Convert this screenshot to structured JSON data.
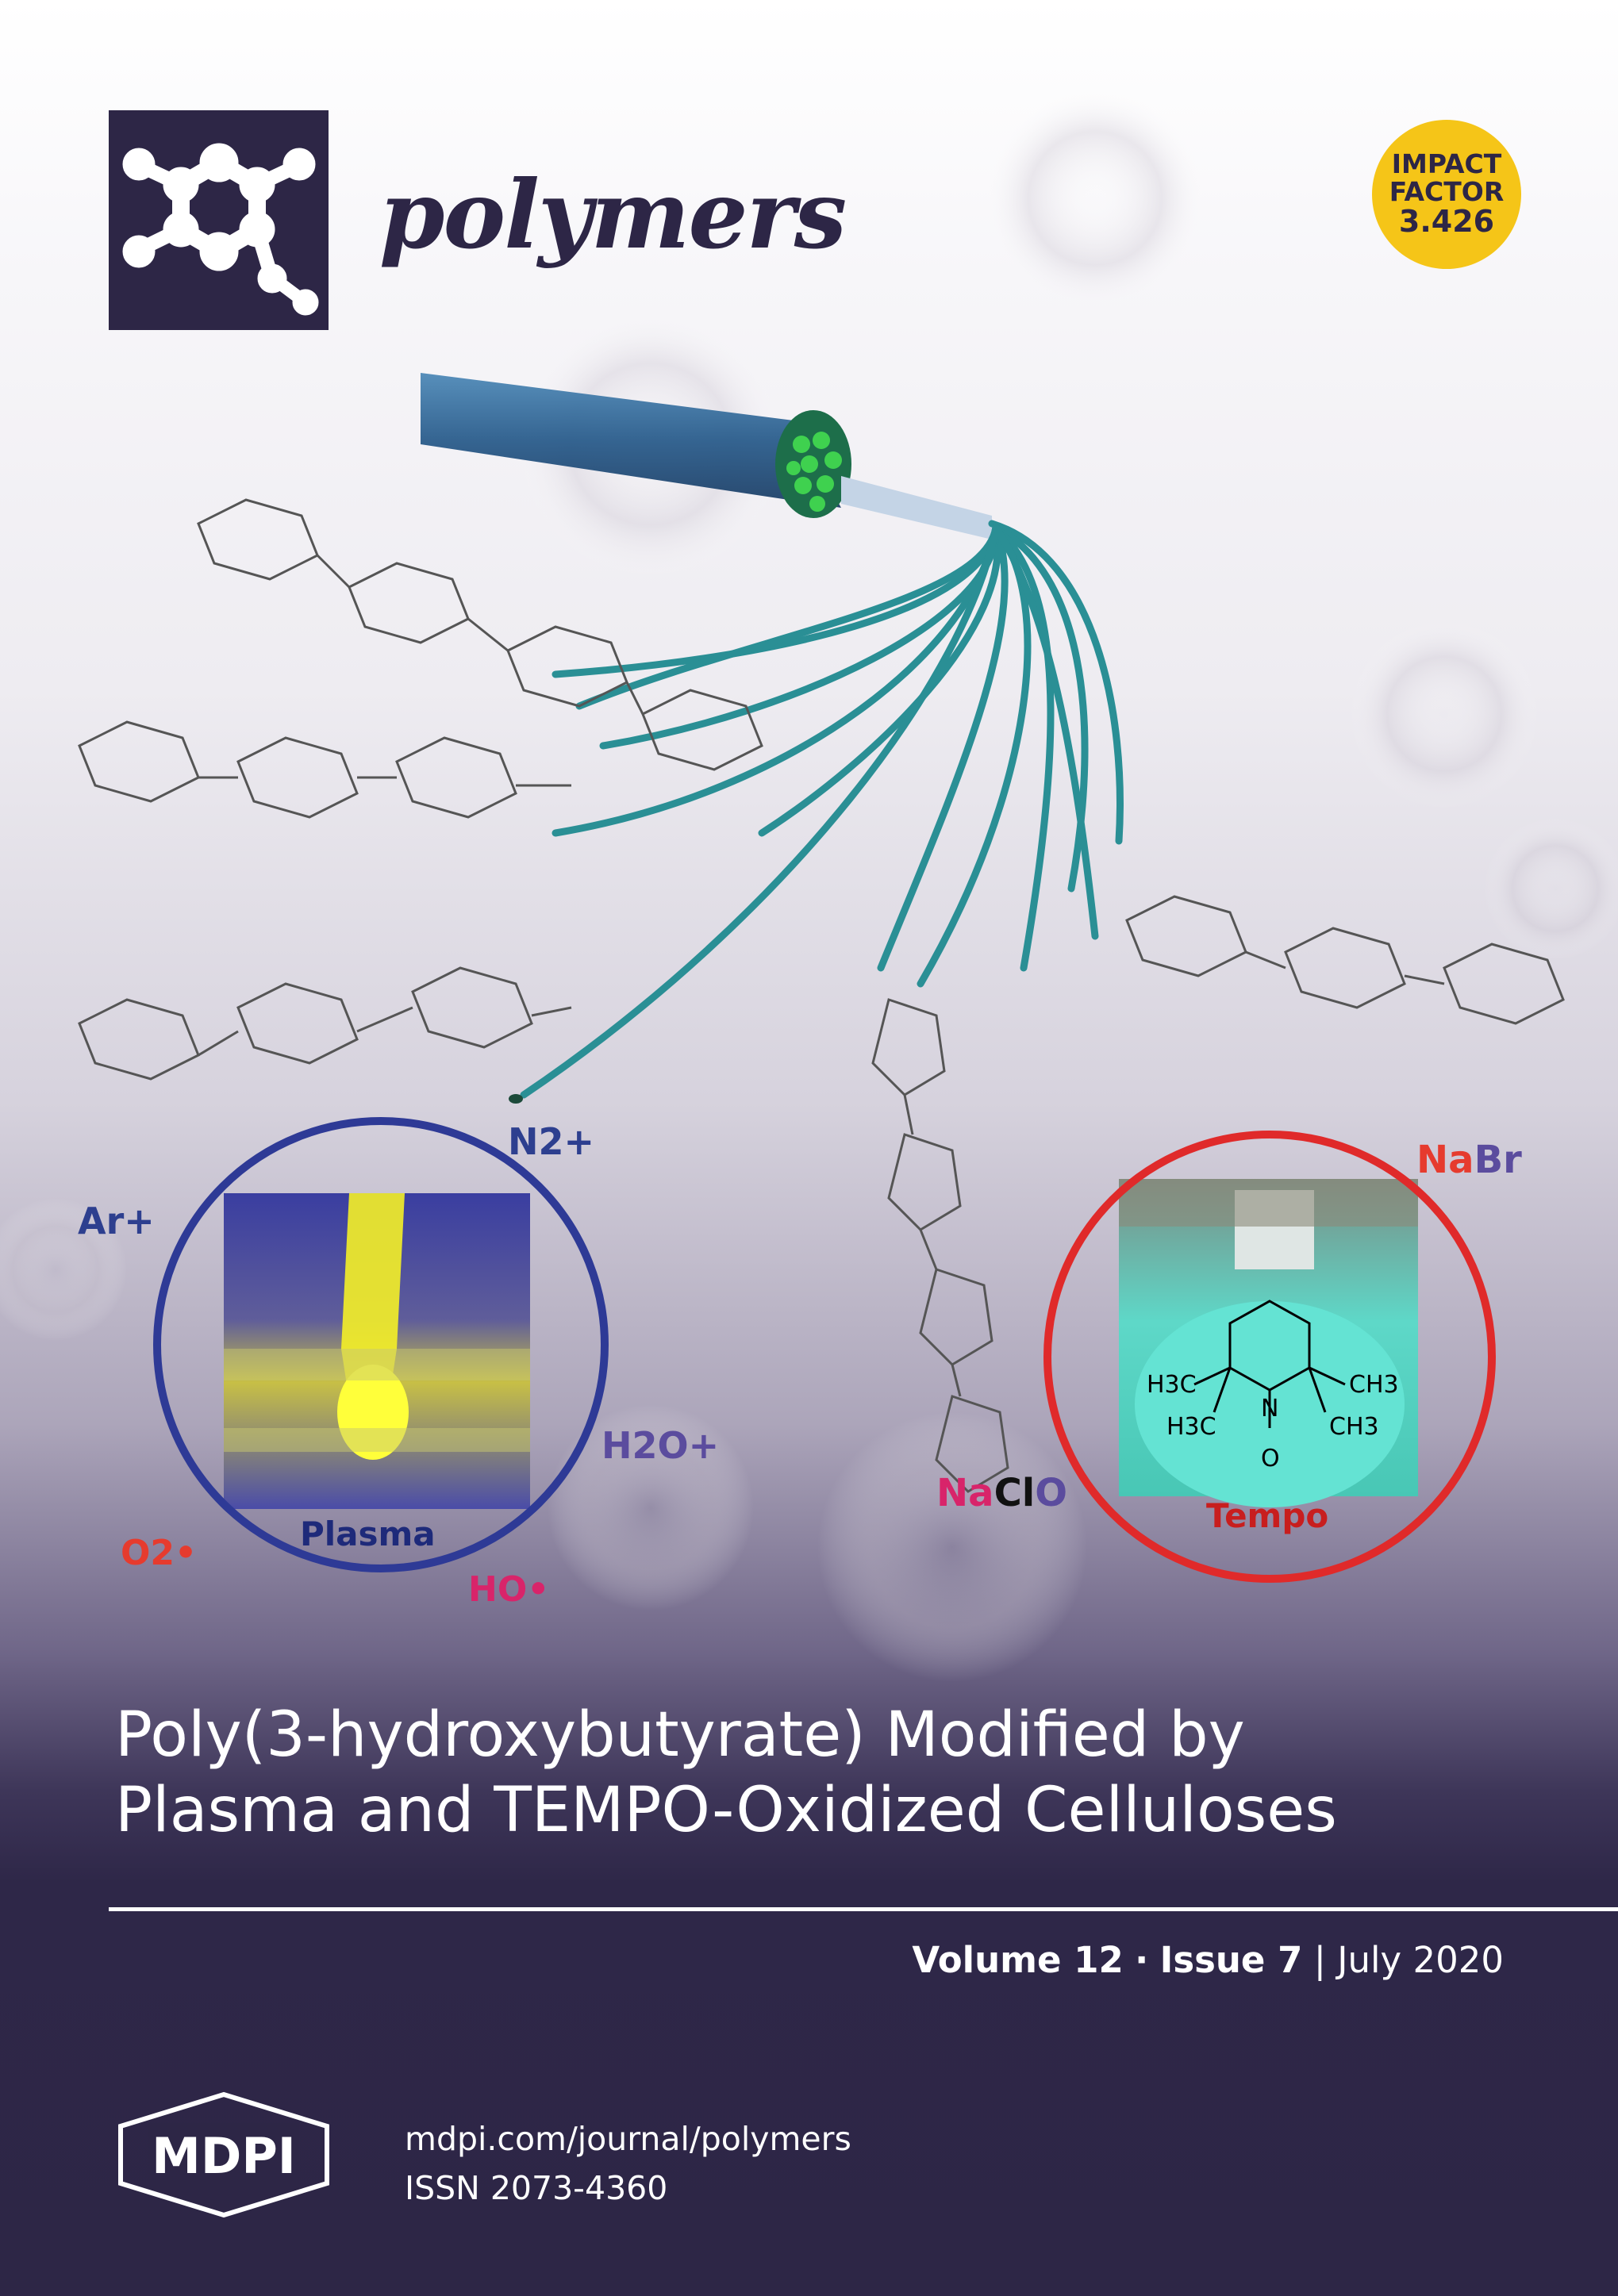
{
  "journal": {
    "name": "polymers",
    "logo_icon": "polymer-molecule-icon"
  },
  "impact_factor": {
    "line1": "IMPACT",
    "line2": "FACTOR",
    "value": "3.426",
    "color": "#f5c518"
  },
  "artwork": {
    "plasma_caption": "Plasma",
    "tempo_caption": "Tempo",
    "tempo_structure": {
      "left_top": "H3C",
      "left_bottom": "H3C",
      "right_top": "CH3",
      "right_bottom": "CH3",
      "nitrogen": "N",
      "oxygen": "O"
    },
    "species": {
      "n2_plus": "N2+",
      "ar_plus": "Ar+",
      "h2o_plus": "H2O+",
      "o2_radical": "O2•",
      "ho_radical": "HO•"
    },
    "reagents": {
      "nabr_na": "Na",
      "nabr_br": "Br",
      "naclo_na": "Na",
      "naclo_cl": "Cl",
      "naclo_o": "O"
    },
    "colors": {
      "plasma_ring": "#2e3a96",
      "tempo_ring": "#e02a2a",
      "fiber": "#1f7f84",
      "species_blue": "#2d3f8f",
      "species_red": "#e63b2e",
      "species_pink": "#d8246a",
      "species_purple": "#5b4c9e"
    }
  },
  "article": {
    "title_line1": "Poly(3-hydroxybutyrate) Modified by",
    "title_line2": "Plasma and TEMPO-Oxidized Celluloses"
  },
  "issue": {
    "volume": "Volume 12",
    "separator": "·",
    "issue": "Issue 7",
    "pipe": "|",
    "date": "July 2020"
  },
  "publisher": {
    "name": "MDPI",
    "url": "mdpi.com/journal/polymers",
    "issn": "ISSN 2073-4360"
  }
}
